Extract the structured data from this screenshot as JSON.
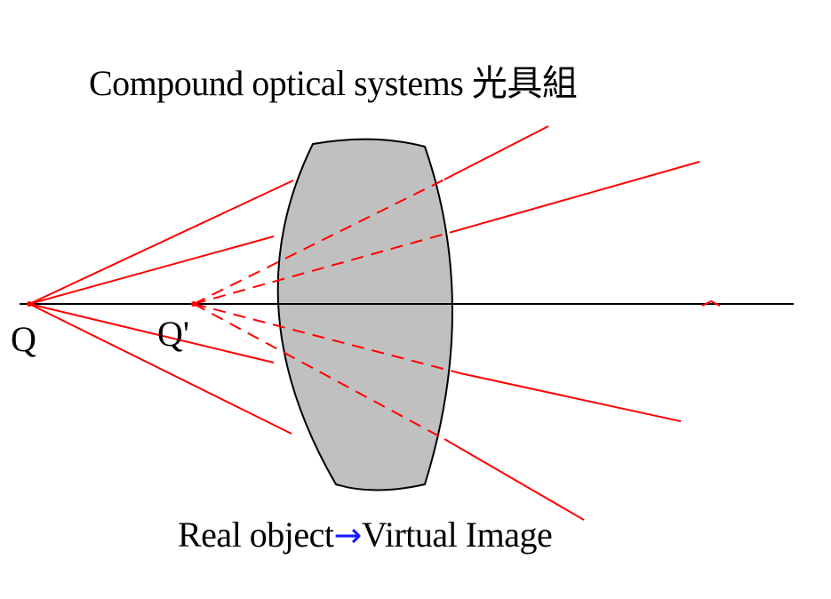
{
  "title": "Compound optical systems 光具組",
  "labels": {
    "object_point": "Q",
    "image_point": "Q'"
  },
  "caption": {
    "left": "Real object",
    "arrow": "→",
    "right": "Virtual Image"
  },
  "colors": {
    "rays": "#ff0000",
    "lens_fill": "#c0c0c0",
    "axis": "#000000",
    "arrow": "#1a1aff"
  }
}
